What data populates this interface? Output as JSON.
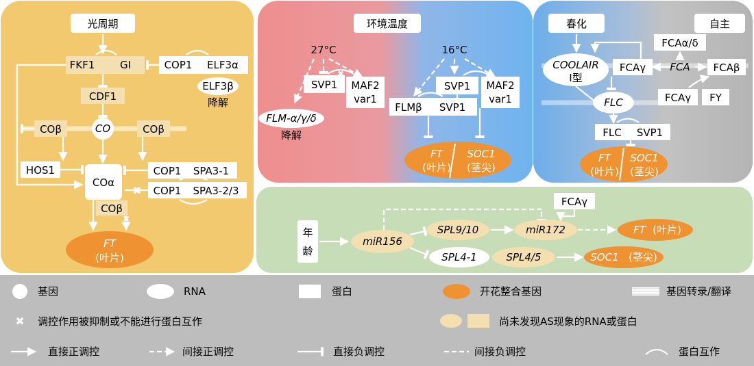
{
  "panels": {
    "photoperiod": {
      "title": "光周期",
      "genes": {
        "fkf1": "FKF1",
        "gi": "GI",
        "cop1_top": "COP1",
        "elf3a": "ELF3α",
        "elf3b": "ELF3β",
        "elf3b_deg": "降解",
        "cdf1": "CDF1",
        "co": "CO",
        "cob_left": "COβ",
        "cob_right": "COβ",
        "hos1": "HOS1",
        "coa": "COα",
        "cop1_a": "COP1",
        "spa31": "SPA3-1",
        "cop1_b": "COP1",
        "spa323": "SPA3-2/3",
        "cob_bottom": "COβ",
        "ft": "FT",
        "ft_sub": "(叶片)"
      }
    },
    "temperature": {
      "title": "环境温度",
      "genes": {
        "t27": "27°C",
        "t16": "16°C",
        "svp1_a": "SVP1",
        "maf2_a": "MAF2",
        "var1_a": "var1",
        "flm": "FLM-α/γ/δ",
        "flm_deg": "降解",
        "flmb": "FLMβ",
        "svp1_b": "SVP1",
        "svp1_c": "SVP1",
        "maf2_b": "MAF2",
        "var1_b": "var1",
        "ft": "FT",
        "ft_sub": "(叶片)",
        "soc1": "SOC1",
        "soc1_sub": "(茎尖)"
      }
    },
    "vernalization": {
      "title_left": "春化",
      "title_right": "自主",
      "genes": {
        "coolair": "COOLAIR",
        "coolair_sub": "I型",
        "fcag_a": "FCAγ",
        "fcaad": "FCAα/δ",
        "fca": "FCA",
        "fcab": "FCAβ",
        "flc": "FLC",
        "fcag_b": "FCAγ",
        "fy": "FY",
        "flc_p": "FLC",
        "svp1": "SVP1",
        "ft": "FT",
        "ft_sub": "(叶片)",
        "soc1": "SOC1",
        "soc1_sub": "(茎尖)"
      }
    },
    "age": {
      "title_1": "年",
      "title_2": "龄",
      "genes": {
        "fcag": "FCAγ",
        "mir156": "miR156",
        "spl910": "SPL9/10",
        "mir172": "miR172",
        "ft": "FT",
        "ft_sub": "(叶片)",
        "spl41": "SPL4-1",
        "spl45": "SPL4/5",
        "soc1": "SOC1",
        "soc1_sub": "(茎尖)"
      }
    }
  },
  "legend": {
    "gene": "基因",
    "rna": "RNA",
    "protein": "蛋白",
    "flower_gene": "开花整合基因",
    "transcription": "基因转录/翻译",
    "inhibited": "调控作用被抑制或不能进行蛋白互作",
    "no_as": "尚未发现AS现象的RNA或蛋白",
    "direct_pos": "直接正调控",
    "indirect_pos": "间接正调控",
    "direct_neg": "直接负调控",
    "indirect_neg": "间接负调控",
    "interaction": "蛋白互作"
  },
  "colors": {
    "photoperiod_bg": "#f2c96e",
    "temp_left": "#ef8e8e",
    "temp_right": "#79b7ee",
    "vern_left": "#7fb1e8",
    "vern_right": "#b9b9b9",
    "age_bg": "#c7ddb8",
    "legend_bg": "#bdbdbd",
    "orange": "#ef9232",
    "pale": "#f3dfb0"
  }
}
